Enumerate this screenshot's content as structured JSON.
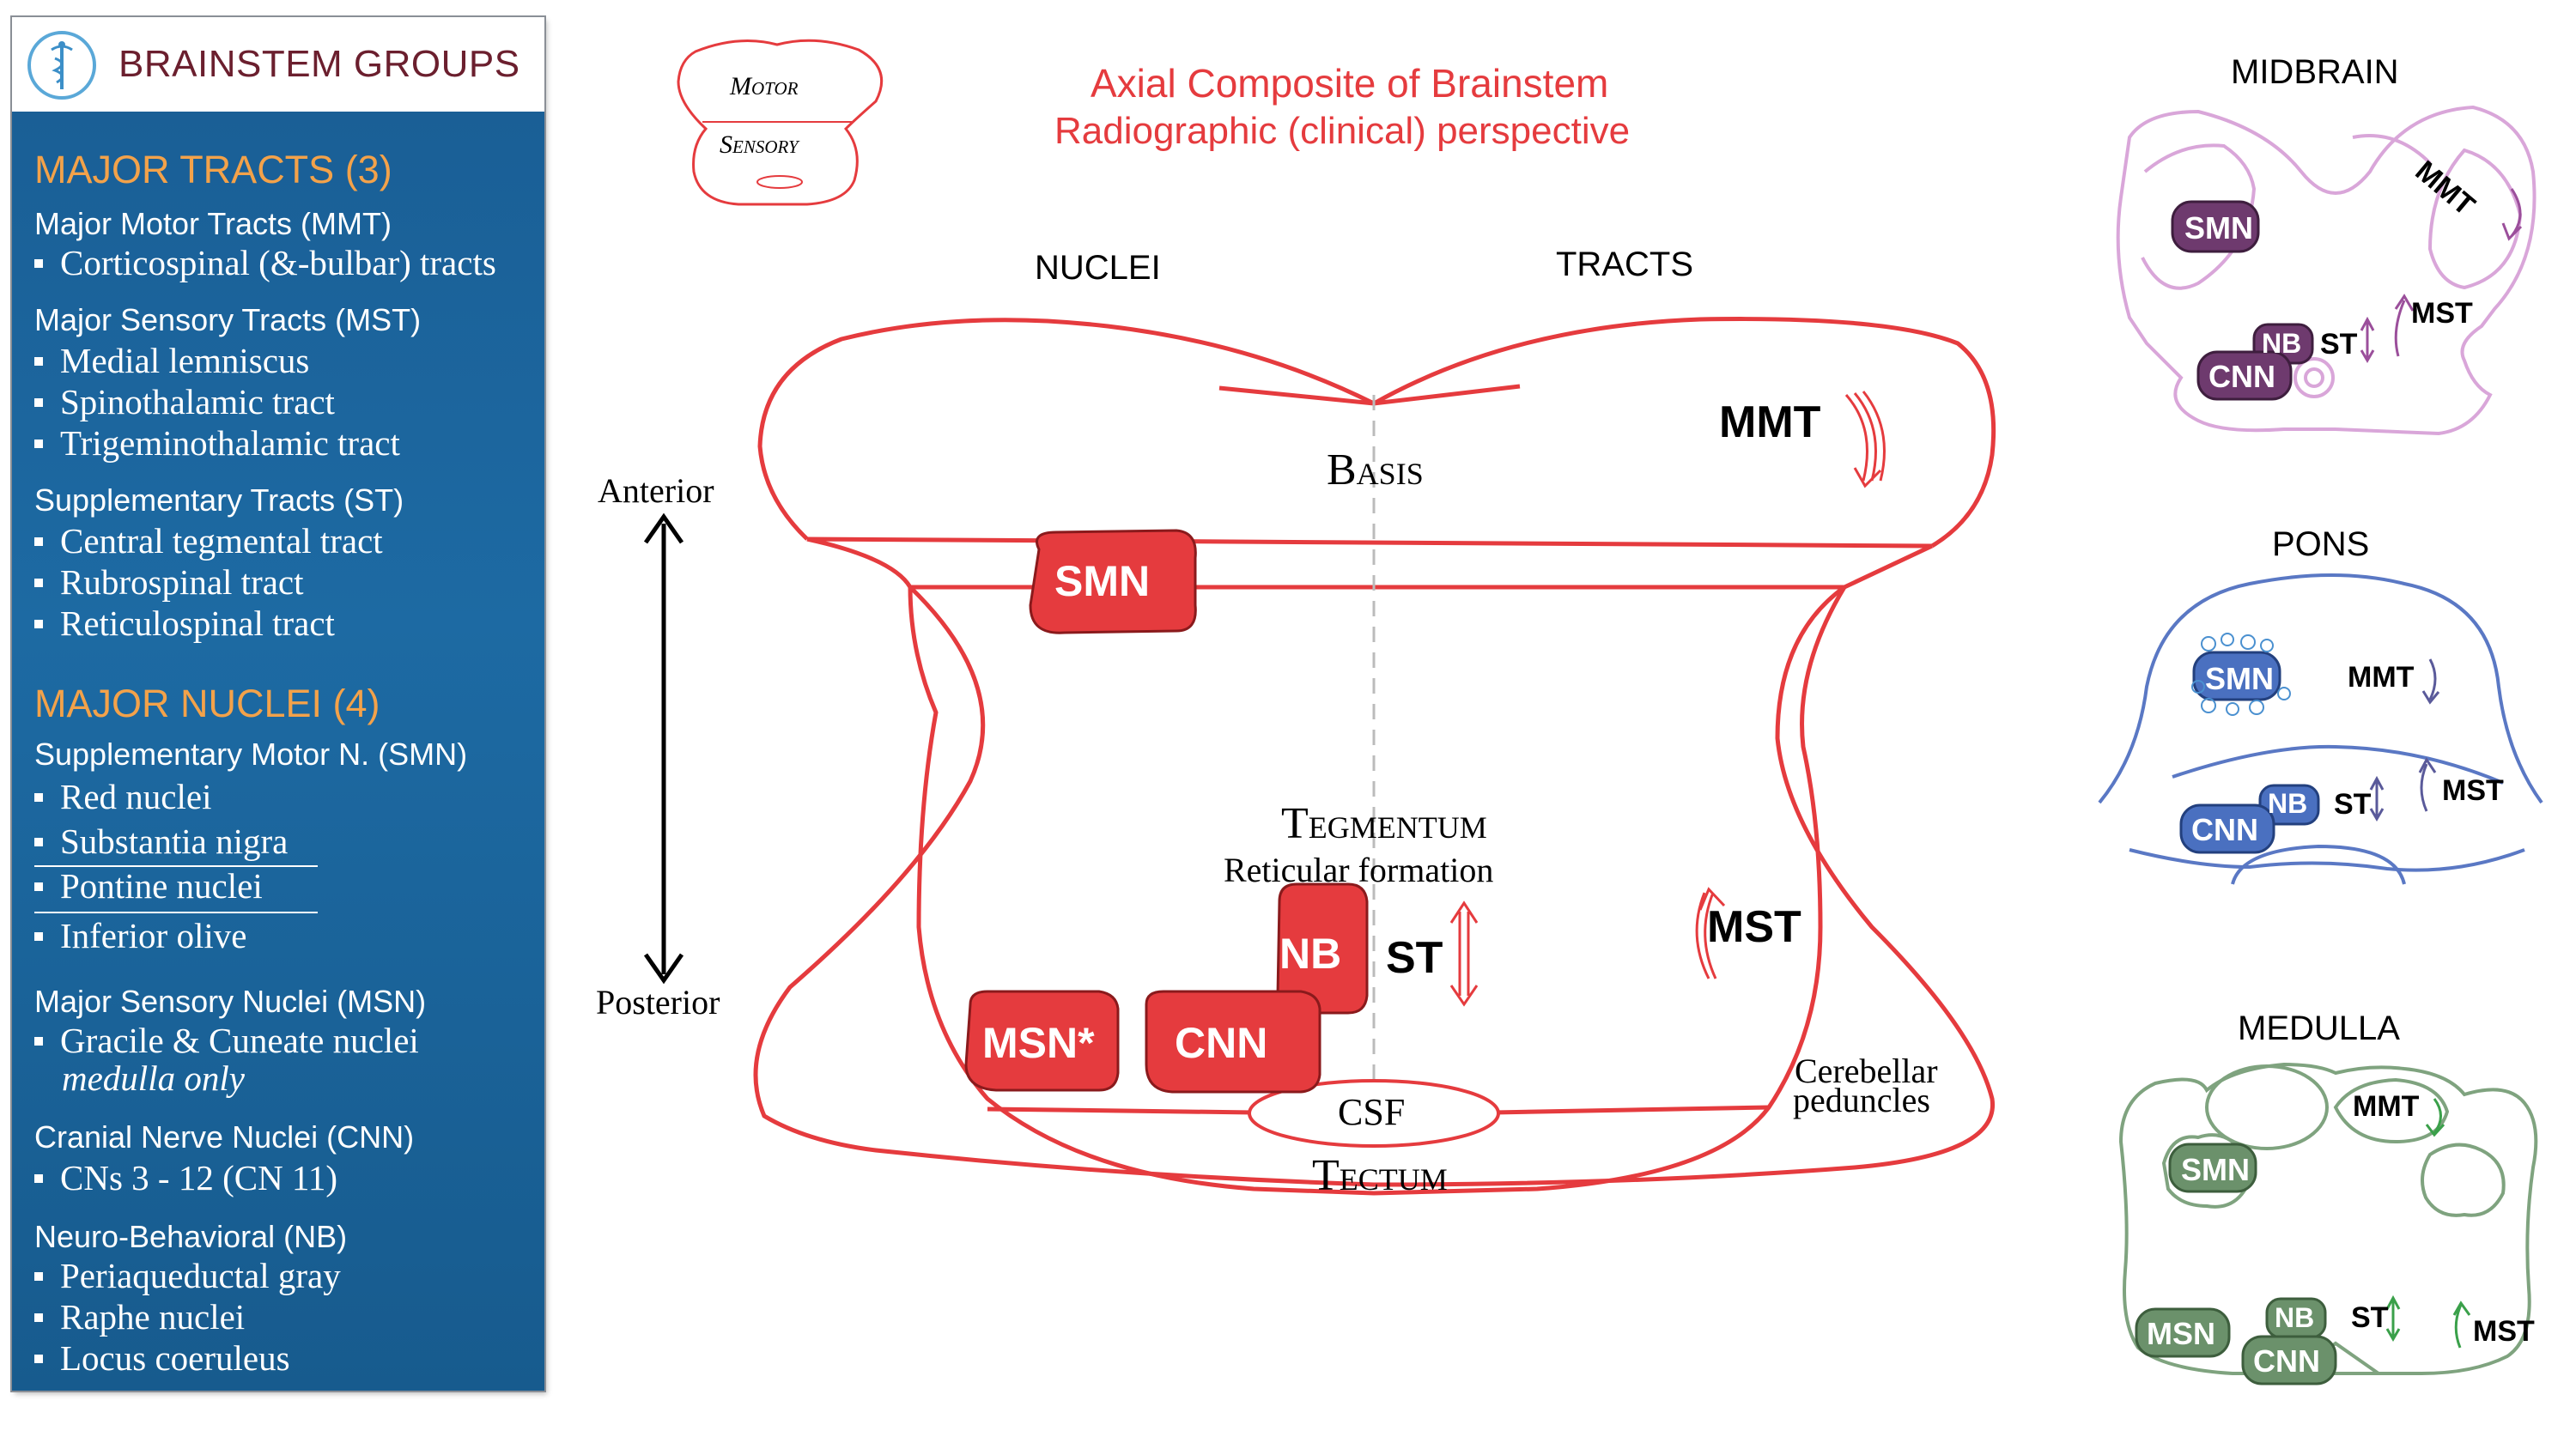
{
  "sidebar": {
    "title": "BRAINSTEM GROUPS",
    "tracts_heading": "MAJOR TRACTS (3)",
    "mmt_heading": "Major Motor Tracts (MMT)",
    "mmt_items": [
      "Corticospinal (&-bulbar) tracts"
    ],
    "mst_heading": "Major Sensory Tracts (MST)",
    "mst_items": [
      "Medial lemniscus",
      "Spinothalamic tract",
      "Trigeminothalamic tract"
    ],
    "st_heading": "Supplementary Tracts (ST)",
    "st_items": [
      "Central tegmental tract",
      "Rubrospinal tract",
      "Reticulospinal tract"
    ],
    "nuclei_heading": "MAJOR NUCLEI (4)",
    "smn_heading": "Supplementary Motor N. (SMN)",
    "smn_items": [
      "Red nuclei",
      "Substantia nigra",
      "Pontine nuclei",
      "Inferior olive"
    ],
    "msn_heading": "Major Sensory Nuclei (MSN)",
    "msn_items": [
      "Gracile & Cuneate nuclei"
    ],
    "msn_note": "medulla only",
    "cnn_heading": "Cranial Nerve Nuclei (CNN)",
    "cnn_items": [
      "CNs 3 - 12 (CN 11)"
    ],
    "nb_heading": "Neuro-Behavioral (NB)",
    "nb_items": [
      "Periaqueductal gray",
      "Raphe nuclei",
      "Locus coeruleus"
    ]
  },
  "legend": {
    "motor": "Motor",
    "sensory": "Sensory"
  },
  "header": {
    "title": "Axial Composite of Brainstem",
    "subtitle": "Radiographic (clinical) perspective"
  },
  "main": {
    "nuclei_label": "NUCLEI",
    "tracts_label": "TRACTS",
    "basis": "Basis",
    "tegmentum": "Tegmentum",
    "reticular": "Reticular formation",
    "tectum": "Tectum",
    "csf": "CSF",
    "cerebellar_1": "Cerebellar",
    "cerebellar_2": "peduncles",
    "anterior": "Anterior",
    "posterior": "Posterior",
    "mmt": "MMT",
    "mst": "MST",
    "st": "ST",
    "smn": "SMN",
    "nb": "NB",
    "msn": "MSN*",
    "cnn": "CNN"
  },
  "midbrain": {
    "title": "MIDBRAIN",
    "mmt": "MMT",
    "smn": "SMN",
    "nb": "NB",
    "st": "ST",
    "mst": "MST",
    "cnn": "CNN"
  },
  "pons": {
    "title": "PONS",
    "smn": "SMN",
    "mmt": "MMT",
    "cnn": "CNN",
    "nb": "NB",
    "st": "ST",
    "mst": "MST"
  },
  "medulla": {
    "title": "MEDULLA",
    "mmt": "MMT",
    "smn": "SMN",
    "msn": "MSN",
    "nb": "NB",
    "cnn": "CNN",
    "st": "ST",
    "mst": "MST"
  },
  "colors": {
    "red": "#e53b3e",
    "sidebar_blue": "#1a5f96",
    "orange": "#f3a24a",
    "maroon": "#6b1f2e",
    "midbrain_stroke": "#d9a6d9",
    "midbrain_fill": "#6e3a6e",
    "pons_stroke": "#5a78c4",
    "pons_fill": "#4a70c0",
    "medulla_stroke": "#7fa37f",
    "medulla_fill": "#6b916b"
  }
}
